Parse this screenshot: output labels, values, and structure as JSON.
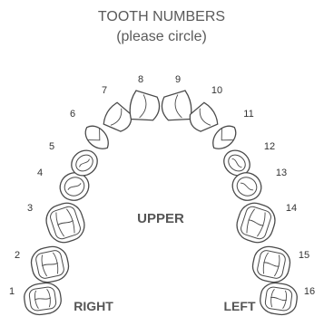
{
  "header": {
    "title_line1": "TOOTH NUMBERS",
    "title_line2": "(please circle)"
  },
  "arch": {
    "label": "UPPER",
    "right_label": "RIGHT",
    "left_label": "LEFT"
  },
  "teeth": [
    {
      "number": "1"
    },
    {
      "number": "2"
    },
    {
      "number": "3"
    },
    {
      "number": "4"
    },
    {
      "number": "5"
    },
    {
      "number": "6"
    },
    {
      "number": "7"
    },
    {
      "number": "8"
    },
    {
      "number": "9"
    },
    {
      "number": "10"
    },
    {
      "number": "11"
    },
    {
      "number": "12"
    },
    {
      "number": "13"
    },
    {
      "number": "14"
    },
    {
      "number": "15"
    },
    {
      "number": "16"
    }
  ]
}
